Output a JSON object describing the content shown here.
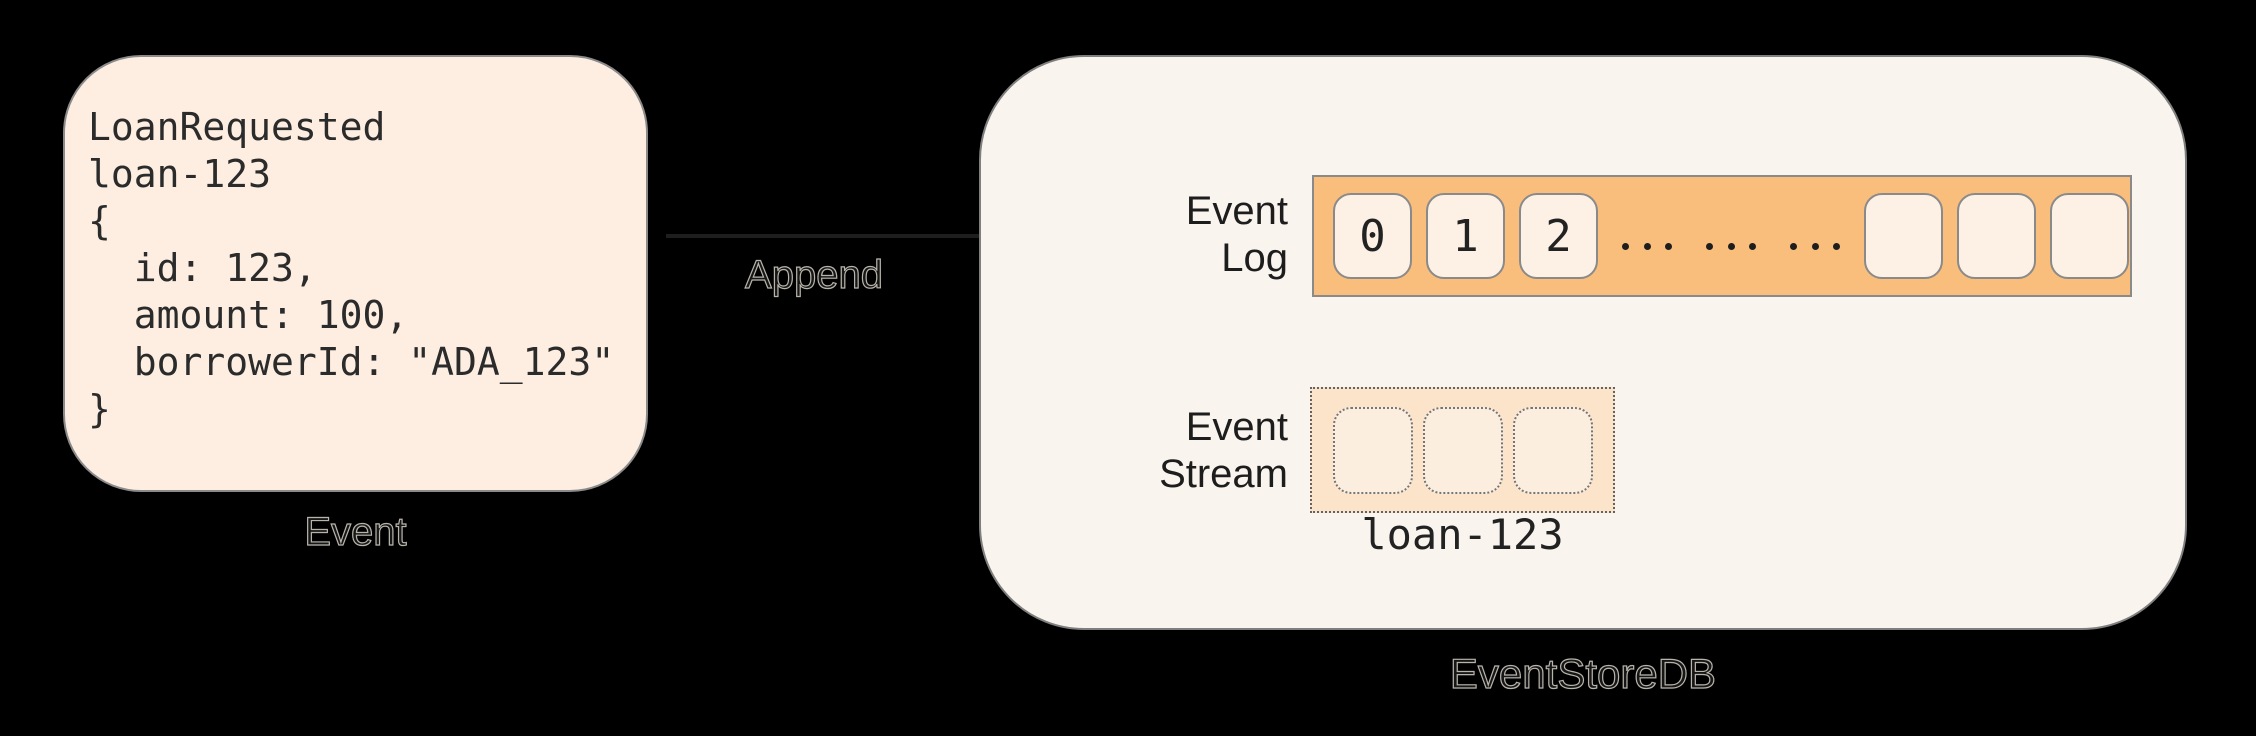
{
  "colors": {
    "background": "#000000",
    "event_card_fill": "#fdeee1",
    "store_fill": "#faf4ee",
    "log_bar_fill": "#f9bd7c",
    "log_cell_fill": "#fdf1e5",
    "stream_box_fill": "#fbe4ca",
    "stream_cell_fill": "#fceede",
    "border_gray": "#8a8a8a",
    "ink": "#1e1e1e"
  },
  "event_card": {
    "code": "LoanRequested\nloan-123\n{\n  id: 123,\n  amount: 100,\n  borrowerId: \"ADA_123\"\n}",
    "caption": "Event"
  },
  "append_arrow": {
    "label": "Append"
  },
  "store": {
    "caption": "EventStoreDB",
    "log": {
      "label_line1": "Event",
      "label_line2": "Log",
      "cells": [
        "0",
        "1",
        "2"
      ],
      "ellipsis": "... ... ...",
      "empty_cell_count": 3
    },
    "stream": {
      "label_line1": "Event",
      "label_line2": "Stream",
      "name": "loan-123",
      "empty_cell_count": 3
    }
  }
}
